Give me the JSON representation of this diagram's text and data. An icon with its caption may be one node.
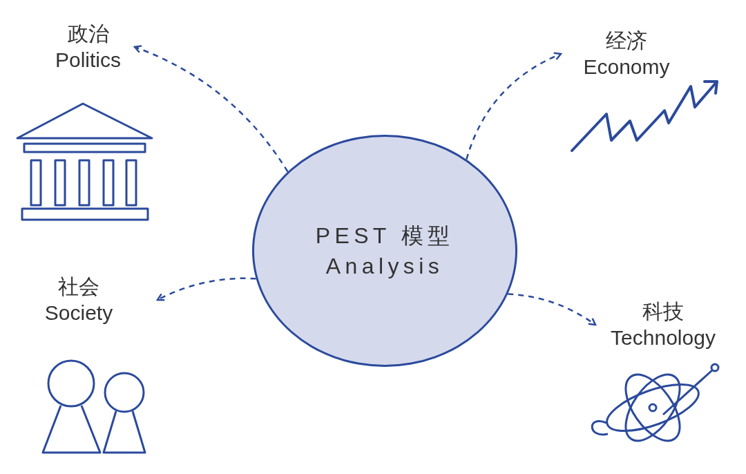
{
  "diagram": {
    "nodes": [
      {
        "text": [
          "PEST 模型 Analysis"
        ]
      },
      {
        "text": [
          "政治",
          "Politics"
        ]
      },
      {
        "text": [
          "经济",
          "Economy"
        ]
      },
      {
        "text": [
          "社会",
          "Society"
        ]
      },
      {
        "text": [
          "科技",
          "Technology"
        ]
      }
    ],
    "edges": [
      {
        "from": 0,
        "to": 1,
        "arrow": "to",
        "style": "dashed"
      },
      {
        "from": 0,
        "to": 2,
        "arrow": "to",
        "style": "dashed"
      },
      {
        "from": 0,
        "to": 3,
        "arrow": "to",
        "style": "dashed"
      },
      {
        "from": 0,
        "to": 4,
        "arrow": "to",
        "style": "dashed"
      }
    ]
  }
}
